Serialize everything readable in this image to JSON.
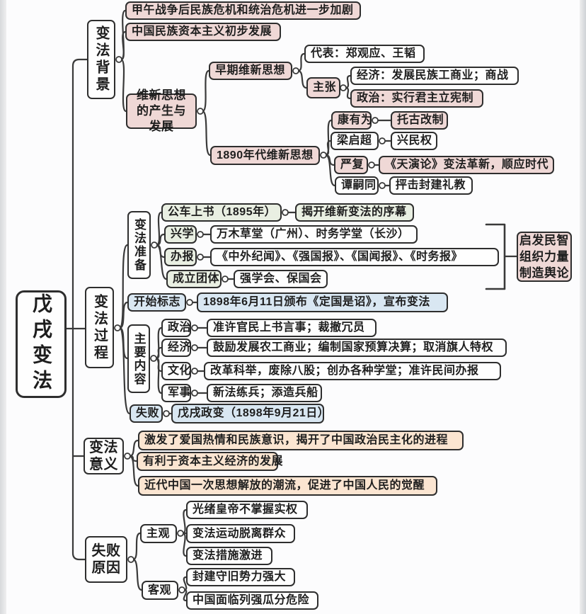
{
  "diagram": {
    "root": "戊戌变法",
    "background": {
      "label": "变法背景",
      "crisis": "甲午战争后民族危机和统治危机进一步加剧",
      "capitalism": "中国民族资本主义初步发展",
      "reform_thought": {
        "label": "维新思想的产生与发展",
        "early": {
          "label": "早期维新思想",
          "representatives": "代表：郑观应、王韬",
          "claims": {
            "label": "主张",
            "economy": "经济：发展民族工商业；商战",
            "politics": "政治：实行君主立宪制"
          }
        },
        "nineties": {
          "label": "1890年代维新思想",
          "kang": {
            "name": "康有为",
            "idea": "托古改制"
          },
          "liang": {
            "name": "梁启超",
            "idea": "兴民权"
          },
          "yan": {
            "name": "严复",
            "idea": "《天演论》变法革新，顺应时代"
          },
          "tan": {
            "name": "谭嗣同",
            "idea": "抨击封建礼教"
          }
        }
      }
    },
    "process": {
      "label": "变法过程",
      "preparation": {
        "label": "变法准备",
        "petition": {
          "name": "公车上书（1895年）",
          "note": "揭开维新变法的序幕"
        },
        "schools": {
          "name": "兴学",
          "note": "万木草堂（广州）、时务学堂（长沙）"
        },
        "newspapers": {
          "name": "办报",
          "note": "《中外纪闻》、《强国报》、《国闻报》、《时务报》"
        },
        "societies": {
          "name": "成立团体",
          "note": "强学会、保国会"
        },
        "effect": {
          "line1": "启发民智",
          "line2": "组织力量",
          "line3": "制造舆论"
        }
      },
      "start": {
        "label": "开始标志",
        "note": "1898年6月11日颁布《定国是诏》，宣布变法"
      },
      "content": {
        "label": "主要内容",
        "politics": {
          "name": "政治",
          "note": "准许官民上书言事；裁撤冗员"
        },
        "economy": {
          "name": "经济",
          "note": "鼓励发展农工商业；编制国家预算决算；取消旗人特权"
        },
        "culture": {
          "name": "文化",
          "note": "改革科举，废除八股；创办各种学堂；准许民间办报"
        },
        "military": {
          "name": "军事",
          "note": "新法练兵；添造兵船"
        }
      },
      "failure": {
        "label": "失败",
        "note": "戊戌政变（1898年9月21日）"
      }
    },
    "significance": {
      "label": "变法意义",
      "items": [
        "激发了爱国热情和民族意识，揭开了中国政治民主化的进程",
        "有利于资本主义经济的发展",
        "近代中国一次思想解放的潮流，促进了中国人民的觉醒"
      ]
    },
    "failure_reasons": {
      "label": "失败原因",
      "subjective": {
        "label": "主观",
        "items": [
          "光绪皇帝不掌握实权",
          "变法运动脱离群众",
          "变法措施激进"
        ]
      },
      "objective": {
        "label": "客观",
        "items": [
          "封建守旧势力强大",
          "中国面临列强瓜分危险"
        ]
      }
    }
  }
}
